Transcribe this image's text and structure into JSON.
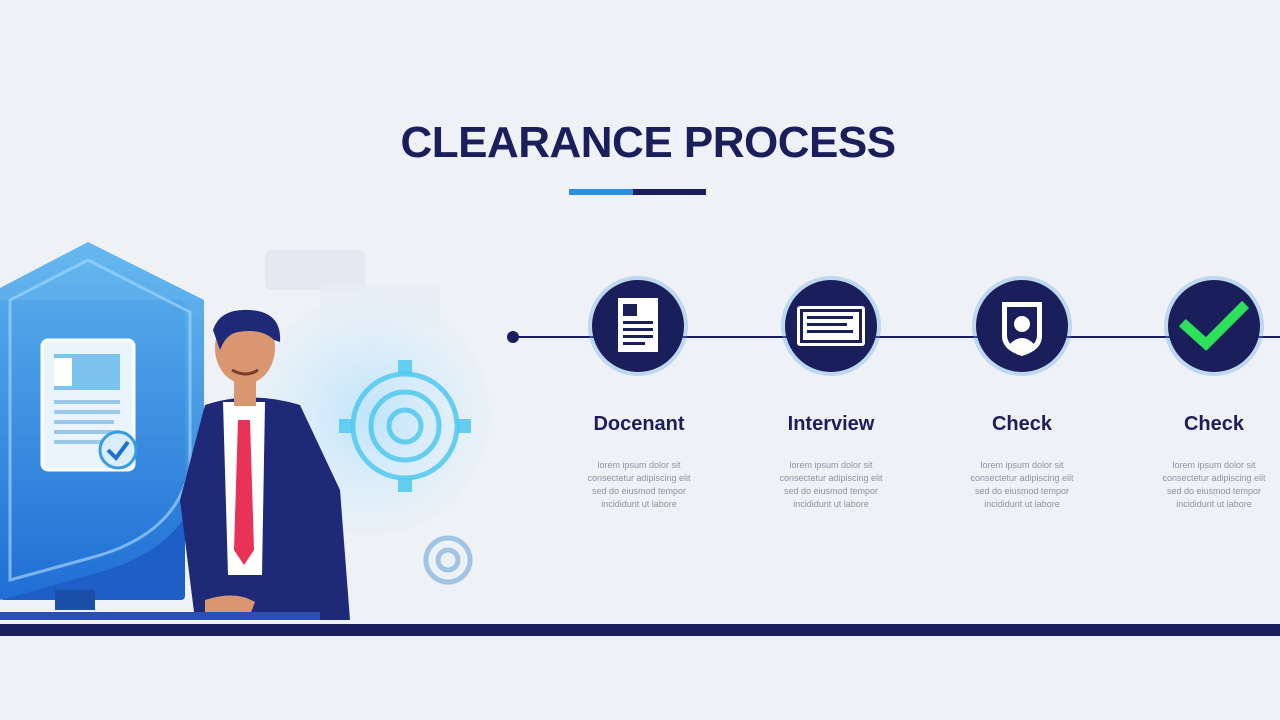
{
  "title": "CLEARANCE PROCESS",
  "colors": {
    "navy": "#1a1f5c",
    "accent_blue": "#2a8fe0",
    "check_green": "#2ee05a",
    "tie_red": "#e83356",
    "background": "#eef1f5"
  },
  "steps": [
    {
      "label": "Docenant",
      "icon": "document-icon",
      "desc": [
        "lorem ipsum dolor sit",
        "consectetur adipiscing elit",
        "sed do eiusmod tempor",
        "incididunt ut labore"
      ]
    },
    {
      "label": "Interview",
      "icon": "id-card-icon",
      "desc": [
        "lorem ipsum dolor sit",
        "consectetur adipiscing elit",
        "sed do eiusmod tempor",
        "incididunt ut labore"
      ]
    },
    {
      "label": "Check",
      "icon": "user-shield-icon",
      "desc": [
        "lorem ipsum dolor sit",
        "consectetur adipiscing elit",
        "sed do eiusmod tempor",
        "incididunt ut labore"
      ]
    },
    {
      "label": "Check",
      "icon": "checkmark-icon",
      "desc": [
        "lorem ipsum dolor sit",
        "consectetur adipiscing elit",
        "sed do eiusmod tempor",
        "incididunt ut labore"
      ]
    }
  ]
}
